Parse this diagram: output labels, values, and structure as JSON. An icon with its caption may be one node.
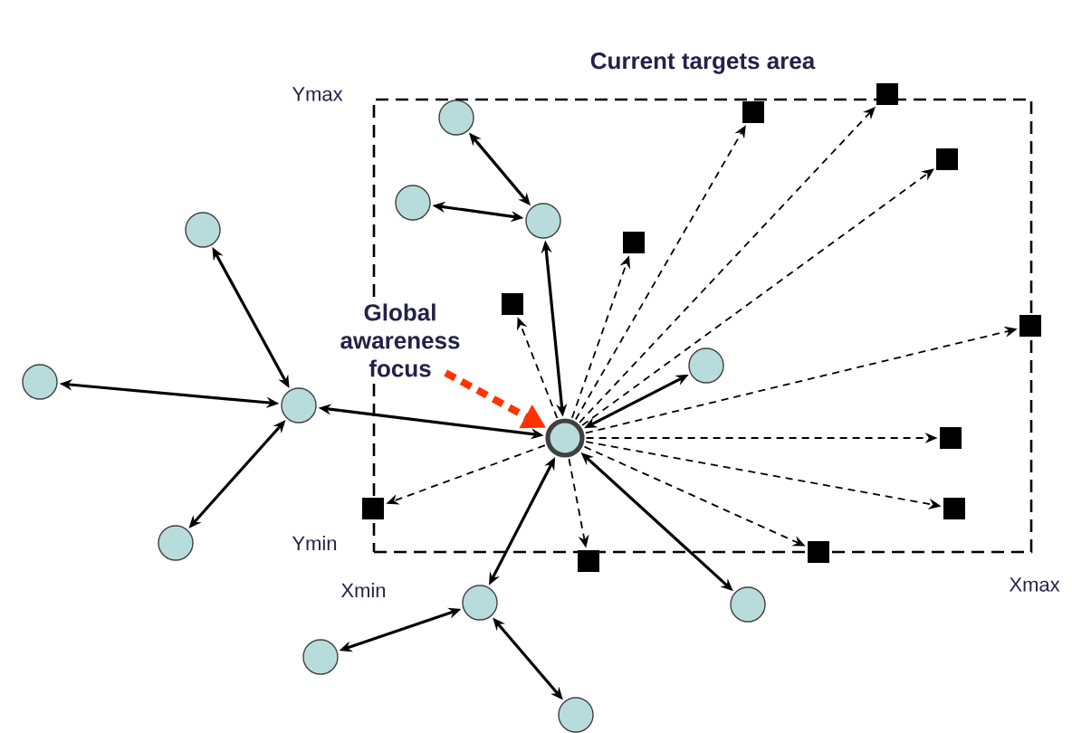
{
  "diagram": {
    "nodes": [
      {
        "text": [
          "Current targets area"
        ]
      },
      {
        "text": [],
        "shape": "circle",
        "in": 0
      },
      {
        "text": [],
        "shape": "box",
        "in": 0
      },
      {
        "text": [],
        "shape": "box"
      },
      {
        "text": [],
        "shape": "box",
        "in": 0
      },
      {
        "text": [],
        "shape": "circle",
        "in": 0
      },
      {
        "text": [],
        "shape": "circle",
        "in": 0
      },
      {
        "text": [],
        "shape": "circle"
      },
      {
        "text": [],
        "shape": "box",
        "in": 0
      },
      {
        "text": [
          "Global awareness focus"
        ]
      },
      {
        "text": [],
        "shape": "box",
        "in": 0
      },
      {
        "text": [],
        "shape": "box"
      },
      {
        "text": [],
        "shape": "circle",
        "in": 0
      },
      {
        "text": [],
        "shape": "circle"
      },
      {
        "text": [],
        "shape": "circle"
      },
      {
        "text": [],
        "shape": "circle",
        "in": 0
      },
      {
        "text": [],
        "shape": "box",
        "in": 0
      },
      {
        "text": [],
        "shape": "box",
        "in": 0
      },
      {
        "text": [],
        "shape": "box"
      },
      {
        "text": [],
        "shape": "circle"
      },
      {
        "text": [],
        "shape": "box"
      },
      {
        "text": [],
        "shape": "box"
      },
      {
        "text": [],
        "shape": "circle"
      },
      {
        "text": [],
        "shape": "circle"
      },
      {
        "text": [],
        "shape": "circle"
      },
      {
        "text": [],
        "shape": "circle"
      }
    ],
    "edges": [
      {
        "from": 1,
        "to": 6,
        "arrow": "both"
      },
      {
        "from": 5,
        "to": 6,
        "arrow": "both"
      },
      {
        "from": 6,
        "to": 15,
        "arrow": "both"
      },
      {
        "from": 7,
        "to": 14,
        "arrow": "both"
      },
      {
        "from": 13,
        "to": 14,
        "arrow": "both"
      },
      {
        "from": 14,
        "to": 19,
        "arrow": "both"
      },
      {
        "from": 14,
        "to": 15,
        "arrow": "both"
      },
      {
        "from": 15,
        "to": 12,
        "arrow": "both"
      },
      {
        "from": 15,
        "to": 22,
        "arrow": "both"
      },
      {
        "from": 15,
        "to": 23,
        "arrow": "both"
      },
      {
        "from": 22,
        "to": 24,
        "arrow": "both"
      },
      {
        "from": 22,
        "to": 25,
        "arrow": "both"
      },
      {
        "from": 9,
        "to": 15,
        "arrow": "to",
        "style": "dashed",
        "color": "#ff3300"
      },
      {
        "from": 15,
        "to": 2,
        "arrow": "to",
        "style": "dashed"
      },
      {
        "from": 15,
        "to": 3,
        "arrow": "to",
        "style": "dashed"
      },
      {
        "from": 15,
        "to": 4,
        "arrow": "to",
        "style": "dashed"
      },
      {
        "from": 15,
        "to": 8,
        "arrow": "to",
        "style": "dashed"
      },
      {
        "from": 15,
        "to": 10,
        "arrow": "to",
        "style": "dashed"
      },
      {
        "from": 15,
        "to": 11,
        "arrow": "to",
        "style": "dashed"
      },
      {
        "from": 15,
        "to": 16,
        "arrow": "to",
        "style": "dashed"
      },
      {
        "from": 15,
        "to": 17,
        "arrow": "to",
        "style": "dashed"
      },
      {
        "from": 15,
        "to": 18,
        "arrow": "to",
        "style": "dashed"
      },
      {
        "from": 15,
        "to": 20,
        "arrow": "to",
        "style": "dashed"
      },
      {
        "from": 15,
        "to": 21,
        "arrow": "to",
        "style": "dashed"
      }
    ],
    "labels": [
      "Ymax",
      "Ymin",
      "Xmin",
      "Xmax"
    ]
  }
}
